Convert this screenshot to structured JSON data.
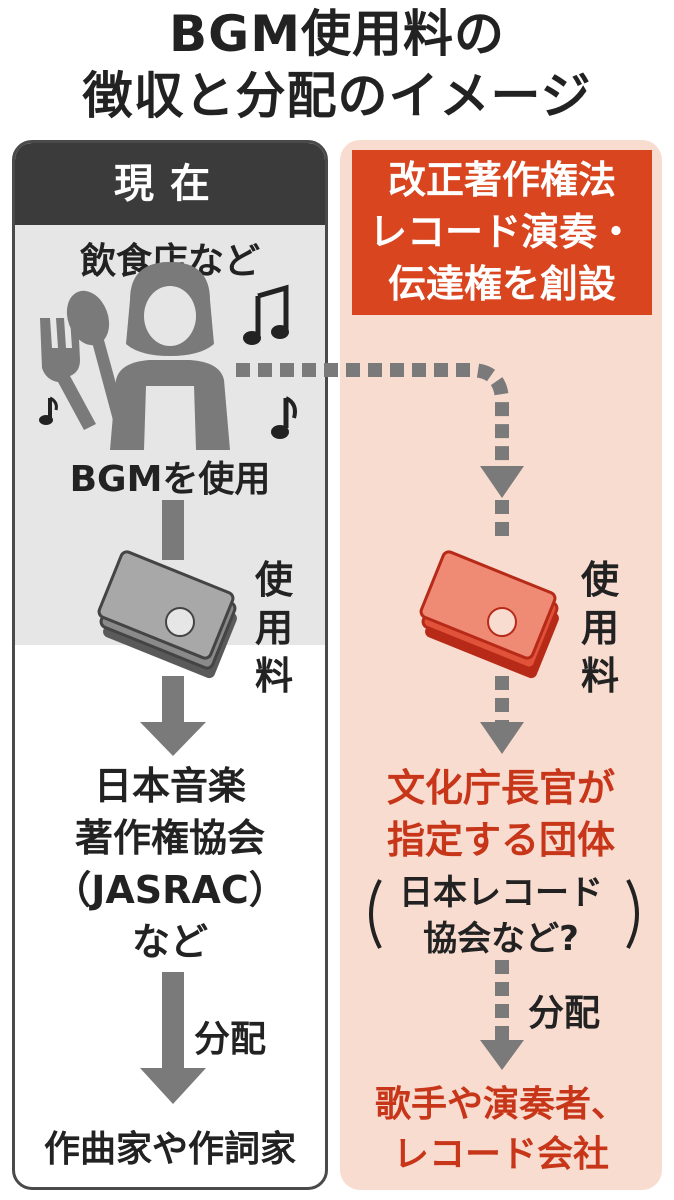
{
  "title": {
    "line1": "BGM使用料の",
    "line2": "徴収と分配のイメージ"
  },
  "left": {
    "header": "現在",
    "venue": "飲食店など",
    "bgm": "BGMを使用",
    "fee_label": [
      "使",
      "用",
      "料"
    ],
    "org_lines": [
      "日本音楽",
      "著作権協会",
      "（JASRAC）",
      "など"
    ],
    "distribution_label": "分配",
    "recipient": "作曲家や作詞家"
  },
  "right": {
    "header_lines": [
      "改正著作権法",
      "レコード演奏・",
      "伝達権を創設"
    ],
    "fee_label": [
      "使",
      "用",
      "料"
    ],
    "org_lines": [
      "文化庁長官が",
      "指定する団体"
    ],
    "org_paren_lines": [
      "日本レコード",
      "協会など?"
    ],
    "distribution_label": "分配",
    "recipient_lines": [
      "歌手や演奏者、",
      "レコード会社"
    ]
  },
  "colors": {
    "dark_header": "#3b3b3b",
    "light_gray": "#e6e6e6",
    "arrow_gray": "#7a7a7a",
    "accent_red": "#d9451f",
    "pink_bg": "#f8dcd0",
    "red_text": "#c8361a"
  }
}
